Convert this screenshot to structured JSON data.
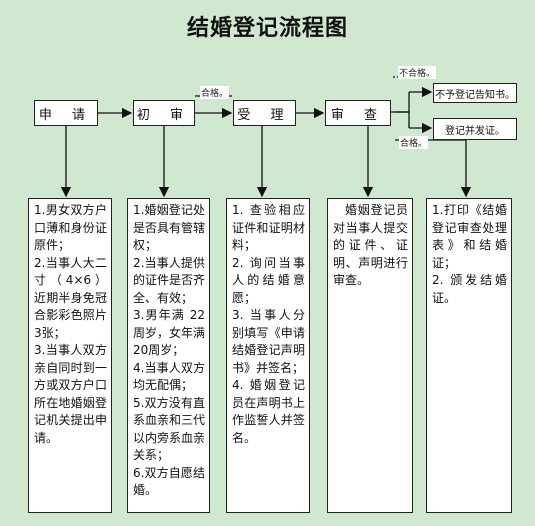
{
  "title": "结婚登记流程图",
  "steps": {
    "apply": "申 请",
    "review": "初 审",
    "accept": "受 理",
    "examine": "审 查"
  },
  "outcomes": {
    "fail_label": "不合格。",
    "pass_label_top": "合格。",
    "pass_label_bottom": "合格。",
    "reject": "不予登记告知书。",
    "register": "登记并发证。"
  },
  "details": {
    "apply": [
      "1.男女双方户口薄和身份证原件；",
      "2.当事人大二寸（4×6）近期半身免冠合影彩色照片 3张；",
      "3.当事人双方亲自同时到一方或双方户口所在地婚姻登记机关提出申请。"
    ],
    "review": [
      "1.婚姻登记处是否具有管辖权；",
      "2.当事人提供的证件是否齐全、有效；",
      "3.男年满 22周岁，女年满 20周岁；",
      "4.当事人双方均无配偶；",
      "5.双方没有直系血亲和三代以内旁系血亲关系；",
      "6.双方自愿结婚。"
    ],
    "accept": [
      "1. 查验相应证件和证明材料；",
      "2. 询问当事人的结婚意愿；",
      "3. 当事人分别填写《申请结婚登记声明书》并签名；",
      "4. 婚姻登记员在声明书上作监誓人并签名。"
    ],
    "examine": [
      "婚姻登记员对当事人提交的证件、证明、声明进行审查。"
    ],
    "issue": [
      "1.打印《结婚登记审查处理表》和结婚证；",
      "2. 颁发结婚证。"
    ]
  }
}
